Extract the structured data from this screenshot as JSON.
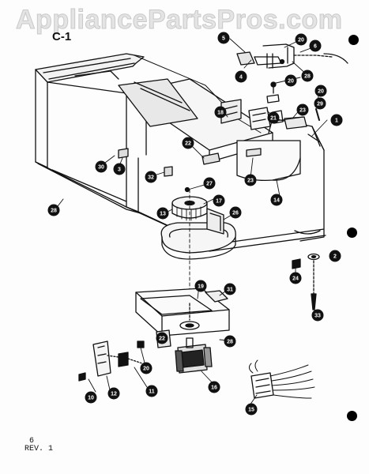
{
  "watermark": "AppliancePartsPros.com",
  "figure_label": "C-1",
  "footer": {
    "page": "6",
    "revision": "REV. 1"
  },
  "callouts": [
    "1",
    "2",
    "3",
    "4",
    "5",
    "6",
    "10",
    "11",
    "12",
    "13",
    "14",
    "15",
    "16",
    "17",
    "18",
    "19",
    "20",
    "21",
    "22",
    "23",
    "24",
    "26",
    "27",
    "28",
    "29",
    "30",
    "31",
    "32",
    "33"
  ]
}
